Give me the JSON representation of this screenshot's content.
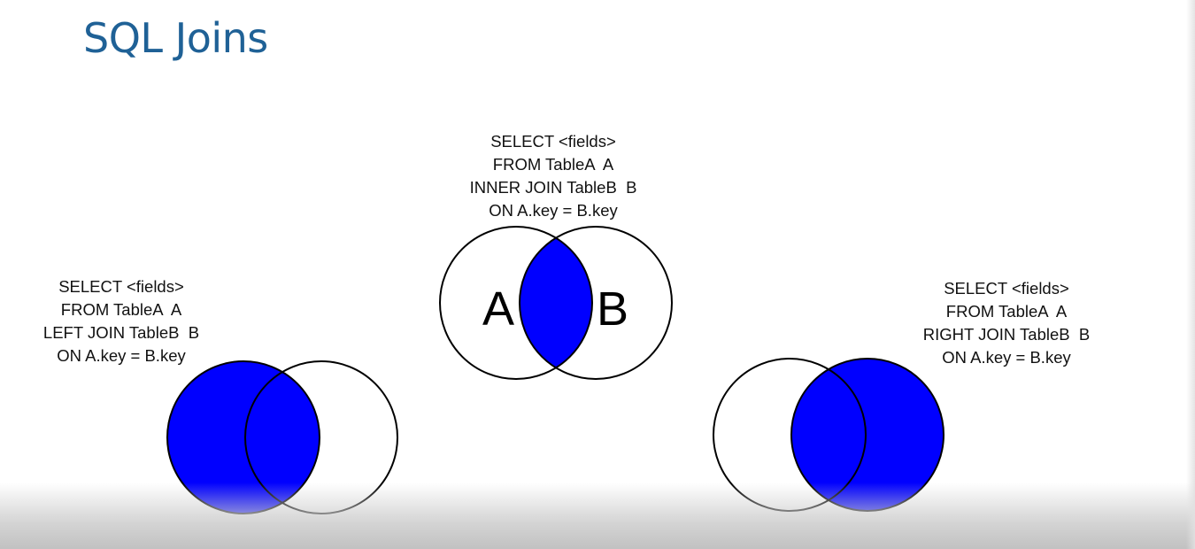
{
  "slide": {
    "title": "SQL Joins"
  },
  "colors": {
    "title": "#1f6196",
    "highlight": "#0000ff",
    "outline": "#000000"
  },
  "joins": [
    {
      "id": "inner",
      "lines": [
        "SELECT <fields>",
        "FROM TableA  A",
        "INNER JOIN TableB  B",
        "ON A.key = B.key"
      ],
      "highlight": "intersection",
      "set_labels": [
        "A",
        "B"
      ]
    },
    {
      "id": "left",
      "lines": [
        "SELECT <fields>",
        "FROM TableA  A",
        "LEFT JOIN TableB  B",
        "ON A.key = B.key"
      ],
      "highlight": "left-circle"
    },
    {
      "id": "right",
      "lines": [
        "SELECT <fields>",
        "FROM TableA  A",
        "RIGHT JOIN TableB  B",
        "ON A.key = B.key"
      ],
      "highlight": "right-circle"
    }
  ]
}
